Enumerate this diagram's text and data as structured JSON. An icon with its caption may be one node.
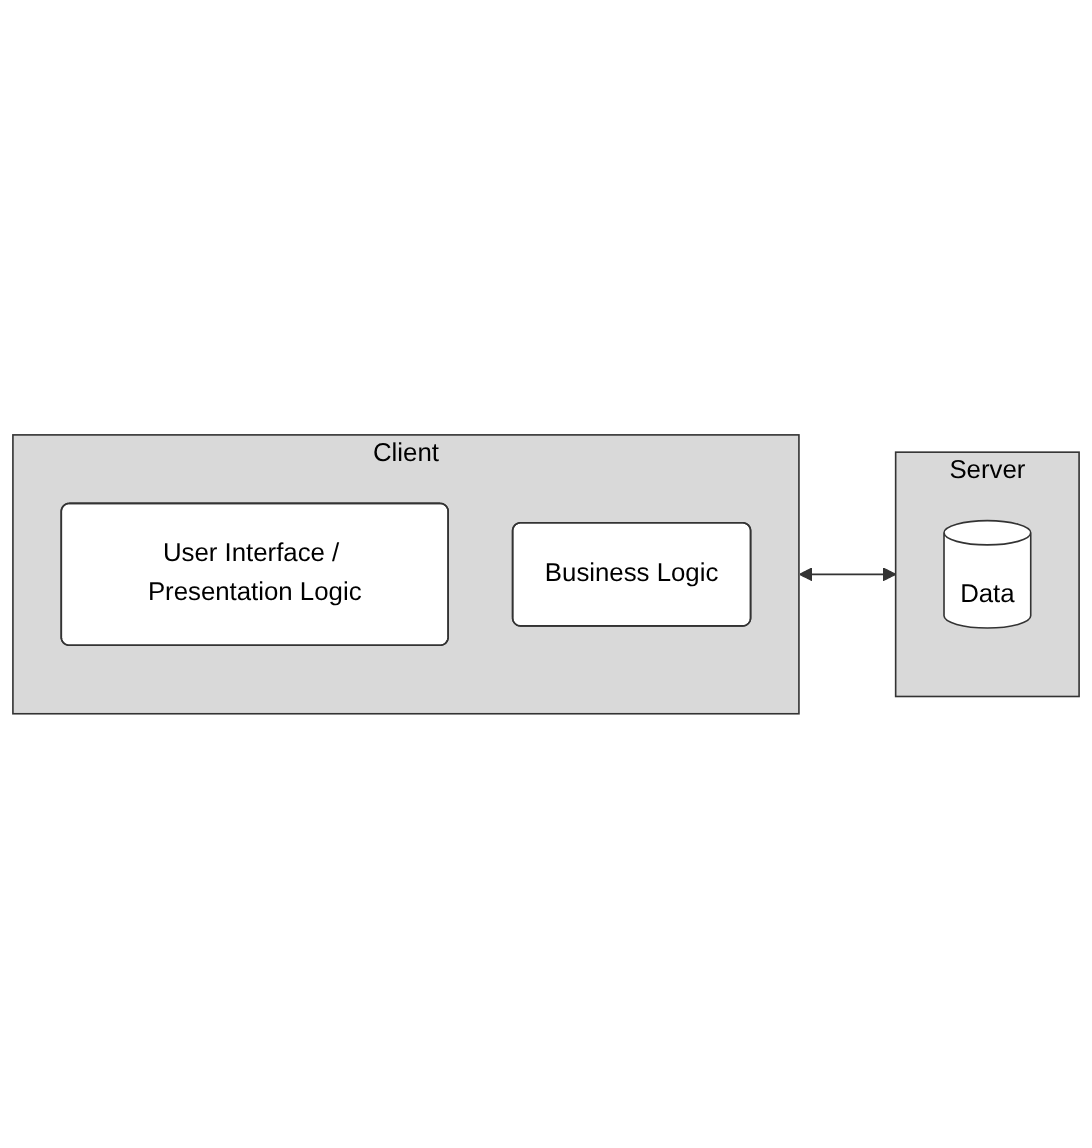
{
  "diagram": {
    "nodes": [
      {
        "text": [
          "Client"
        ]
      },
      {
        "text": [
          "User Interface / Presentation Logic"
        ],
        "in": 0
      },
      {
        "text": [
          "Business Logic"
        ],
        "in": 0
      },
      {
        "text": [
          "Server"
        ]
      },
      {
        "text": [
          "Data"
        ],
        "in": 3
      }
    ],
    "edges": [
      {
        "from": 0,
        "to": 3,
        "arrow": "both"
      }
    ]
  }
}
